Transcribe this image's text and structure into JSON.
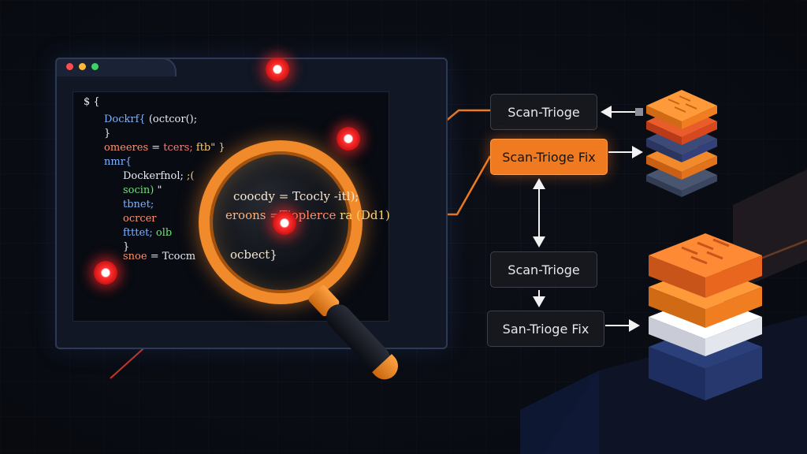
{
  "code_window": {
    "lines": [
      [
        {
          "text": "$ {",
          "color": "#e9edf5"
        }
      ],
      [
        {
          "text": "Dockrf{",
          "color": "#7fb2ff"
        },
        {
          "text": " (octcor();",
          "color": "#e9edf5"
        }
      ],
      [
        {
          "text": "}",
          "color": "#e9edf5"
        }
      ],
      [
        {
          "text": "omeeres",
          "color": "#ff8f6b"
        },
        {
          "text": " = ",
          "color": "#e9edf5"
        },
        {
          "text": "tcers;",
          "color": "#ff7a7a"
        },
        {
          "text": " ftb\" }",
          "color": "#ffcf6b"
        }
      ],
      [
        {
          "text": "nmr{",
          "color": "#7fb2ff"
        }
      ],
      [
        {
          "text": "Dockerfnol;",
          "color": "#e9edf5"
        },
        {
          "text": " ;(",
          "color": "#ffcf6b"
        }
      ],
      [
        {
          "text": "socin)",
          "color": "#6fe07a"
        },
        {
          "text": " \"",
          "color": "#e9edf5"
        }
      ],
      [
        {
          "text": "tbnet;",
          "color": "#7fb2ff"
        }
      ],
      [
        {
          "text": "ocrcer",
          "color": "#ff8f6b"
        }
      ],
      [
        {
          "text": "ftttet;",
          "color": "#7fb2ff"
        },
        {
          "text": " olb",
          "color": "#6fe07a"
        }
      ],
      [
        {
          "text": "}",
          "color": "#e9edf5"
        }
      ],
      [
        {
          "text": "snoe",
          "color": "#ff8f6b"
        },
        {
          "text": " = Tcocm",
          "color": "#e9edf5"
        },
        {
          "text": "",
          "color": "#e9edf5"
        }
      ]
    ]
  },
  "lens": {
    "lines": [
      [
        {
          "text": "coocdy = Tcocly -itl);",
          "color": "#f4e6d0"
        }
      ],
      [
        {
          "text": "eroons",
          "color": "#ffb37a"
        },
        {
          "text": " =Tioplerce",
          "color": "#ff8f6b"
        },
        {
          "text": " ra (Dd1)",
          "color": "#ffd36b"
        }
      ],
      [
        {
          "text": "ocbect}",
          "color": "#f4e6d0"
        }
      ]
    ]
  },
  "flow": {
    "box1": "Scan-Trioge",
    "box2": "Scan-Trioge Fix",
    "box3": "Scan-Trioge",
    "box4": "San-Trioge Fix"
  },
  "colors": {
    "accent": "#f07a1f",
    "node_red": "#ff3030",
    "background": "#0d1018"
  }
}
